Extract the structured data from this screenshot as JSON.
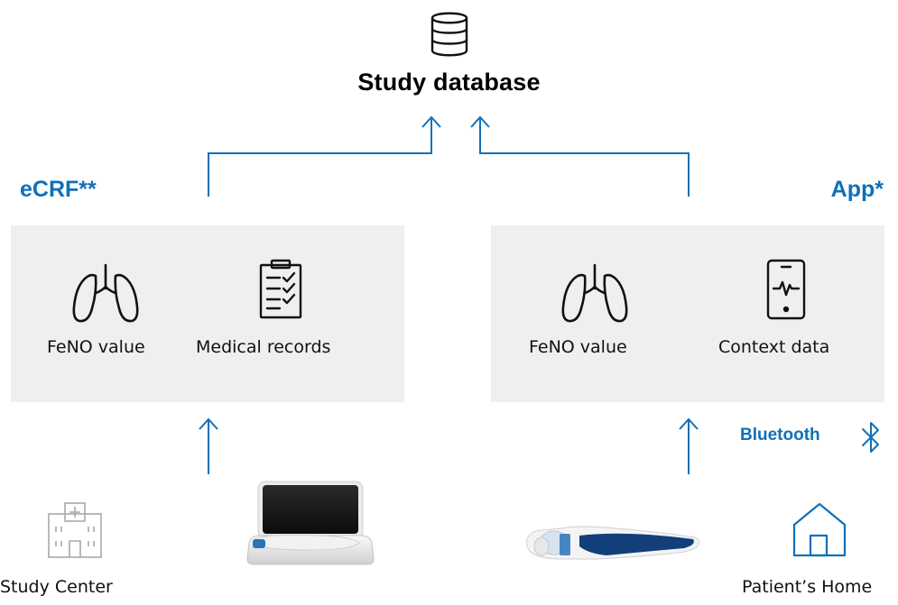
{
  "database": {
    "title": "Study database",
    "icon": "database-icon"
  },
  "left": {
    "label": "eCRF**",
    "items": [
      {
        "label": "FeNO value",
        "icon": "lungs-icon"
      },
      {
        "label": "Medical records",
        "icon": "clipboard-checklist-icon"
      }
    ]
  },
  "right": {
    "label": "App*",
    "items": [
      {
        "label": "FeNO value",
        "icon": "lungs-icon"
      },
      {
        "label": "Context data",
        "icon": "smartphone-ecg-icon"
      }
    ],
    "connection": {
      "label": "Bluetooth",
      "icon": "bluetooth-icon"
    }
  },
  "bottom": {
    "left_place": {
      "label": "Study Center",
      "icon": "hospital-building-icon"
    },
    "left_device": "feno-base-station-device",
    "right_device": "feno-handheld-device",
    "right_place": {
      "label": "Patient’s Home",
      "icon": "house-icon"
    }
  },
  "colors": {
    "accent": "#1070b8",
    "panel": "#efefef",
    "text": "#111111"
  }
}
